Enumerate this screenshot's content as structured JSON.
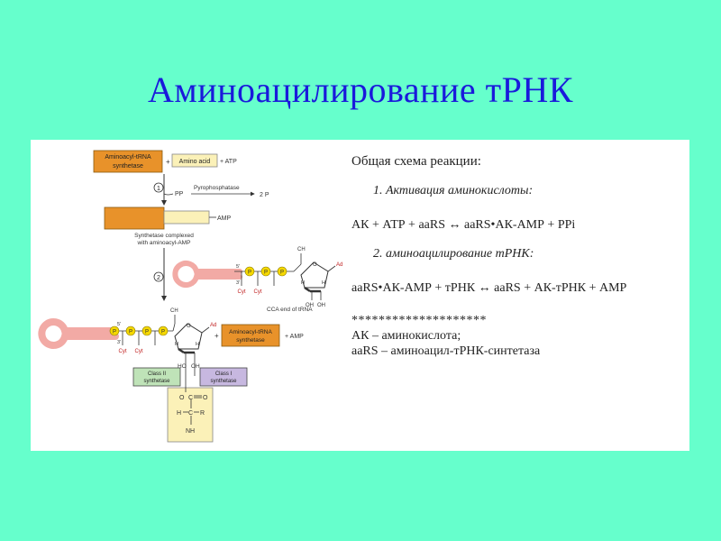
{
  "slide": {
    "title": "Аминоацилирование тРНК"
  },
  "figure": {
    "enzyme_label_line1": "Aminoacyl-tRNA",
    "enzyme_label_line2": "synthetase",
    "amino_acid": "Amino acid",
    "atp": "+ ATP",
    "plus": "+",
    "step1": "1",
    "step2": "2",
    "ppi": "PP",
    "pyrophosphatase": "Pyrophosphatase",
    "two_pi": "2 P",
    "amp": "AMP",
    "complex_line1": "Synthetase complexed",
    "complex_line2": "with aminoacyl-AMP",
    "p": "P",
    "cyt": "Cyt",
    "ad": "Ad",
    "oh": "OH",
    "ho": "HO",
    "h": "H",
    "ch2": "CH",
    "o": "O",
    "c": "C",
    "r": "R",
    "nh2": "NH",
    "prime5": "5'",
    "prime3": "3'",
    "cca_end": "CCA end of tRNA",
    "enzyme2_line1": "Aminoacyl-tRNA",
    "enzyme2_line2": "synthetase",
    "plus_amp": "+ AMP",
    "class2_line1": "Class II",
    "class2_line2": "synthetase",
    "class1_line1": "Class I",
    "class1_line2": "synthetase"
  },
  "scheme": {
    "heading": "Общая схема реакции:",
    "step1": "1.   Активация аминокислоты:",
    "eq1": "АК + АТР + aaRS ↔ aaRS•АК-АМР + PPi",
    "step2": "2.   аминоацилирование тРНК:",
    "eq2": "aaRS•АК-АМР + тРНК ↔ aaRS + АК-тРНК + АМР",
    "stars": "********************",
    "abbr1": "АК – аминокислота;",
    "abbr2": "aaRS – аминоацил-тРНК-синтетаза"
  },
  "colors": {
    "background": "#66ffcc",
    "title": "#1a1adb",
    "enzyme_orange": "#e8922a",
    "amino_yellow": "#fbf1b8",
    "phosphate_yellow": "#f5d800",
    "trna_pink": "#f2aaa5",
    "class2_green": "#bfe3b8",
    "class1_lilac": "#c7b8e0"
  }
}
